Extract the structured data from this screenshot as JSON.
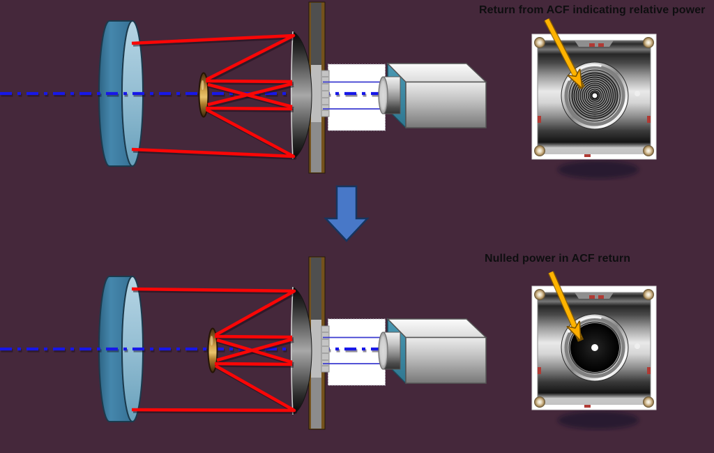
{
  "captions": {
    "top": "Return from ACF indicating relative power",
    "bottom": "Nulled power in ACF return"
  },
  "colors": {
    "background": "#45283b",
    "ray_red": "#f90606",
    "axis_blue": "#1717e8",
    "beam_thin_blue": "#3a3ad0",
    "acf_lens_blue": "#4587ac",
    "acf_lens_face": "#94bed3",
    "secondary_mirror_gold": "#d8ab52",
    "primary_mirror_gray": "#a8a8a8",
    "mount_plate_brown": "#75521c",
    "camera_teal": "#3d8aa3",
    "camera_gray": "#c2c2c2",
    "down_arrow_blue": "#4878c8",
    "annotation_arrow_orange": "#ffb300",
    "caption_text": "#0e0e10"
  },
  "icons": {
    "down_arrow": "down-block-arrow",
    "annotation_arrow": "diagonal-callout-arrow",
    "top_panel_center": "concentric-interference-rings",
    "bottom_panel_center": "nulled-single-dot"
  }
}
